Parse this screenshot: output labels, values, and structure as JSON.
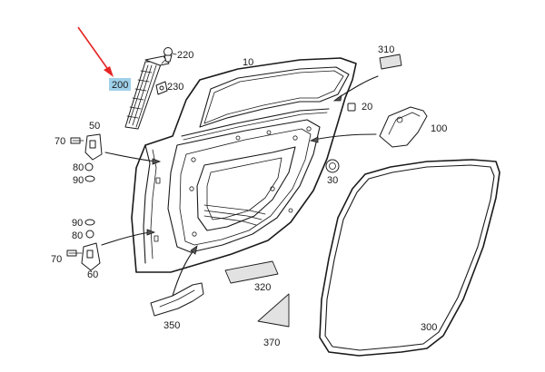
{
  "diagram": {
    "highlight_color": "#9fd0ea",
    "pointer_color": "#e52525",
    "callouts": {
      "c200": "200",
      "c220": "220",
      "c230": "230",
      "c10": "10",
      "c310": "310",
      "c20": "20",
      "c100": "100",
      "c50": "50",
      "c70a": "70",
      "c80a": "80",
      "c90a": "90",
      "c30": "30",
      "c90b": "90",
      "c80b": "80",
      "c70b": "70",
      "c60": "60",
      "c320": "320",
      "c350": "350",
      "c370": "370",
      "c300": "300"
    }
  }
}
